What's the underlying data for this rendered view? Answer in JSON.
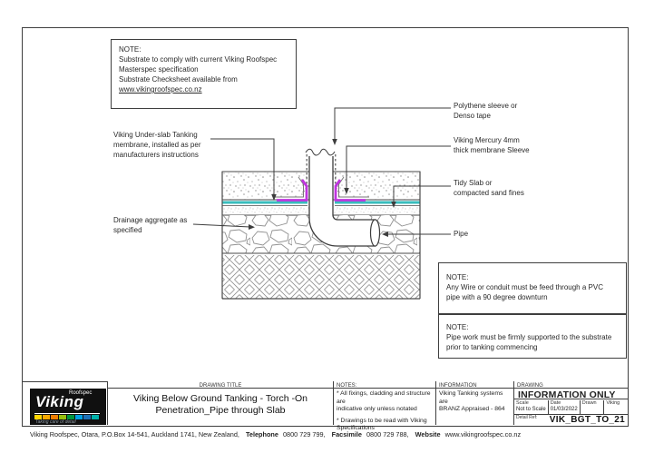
{
  "substrate_note": {
    "title": "NOTE:",
    "body": "Substrate to comply with current Viking Roofspec\nMasterspec specification\nSubstrate Checksheet available from",
    "link": "www.vikingroofspec.co.nz"
  },
  "callouts": {
    "left": [
      {
        "text": "Viking Under-slab Tanking\nmembrane, installed as per\nmanufacturers instructions"
      },
      {
        "text": "Drainage aggregate as\nspecified"
      }
    ],
    "right": [
      {
        "text": "Polythene sleeve or\nDenso tape"
      },
      {
        "text": "Viking Mercury 4mm\nthick membrane Sleeve"
      },
      {
        "text": "Tidy Slab or\ncompacted sand fines"
      },
      {
        "text": "Pipe"
      }
    ]
  },
  "notes_right": [
    {
      "title": "NOTE:",
      "body": "Any Wire or conduit must be feed through a PVC\npipe with a 90 degree downturn"
    },
    {
      "title": "NOTE:",
      "body": "Pipe work must be firmly supported to the substrate\nprior to tanking commencing"
    }
  ],
  "title_block": {
    "logo": {
      "brand": "Viking",
      "sub": "Roofspec",
      "tagline": "Taking care of detail"
    },
    "drawing_title": {
      "header": "DRAWING TITLE",
      "line1": "Viking Below Ground Tanking - Torch -On",
      "line2": "Penetration_Pipe through Slab"
    },
    "notes": {
      "header": "NOTES:",
      "items": [
        "* All fixings, cladding and structure are\nindicative only unless notated",
        "* Drawings to be read with Viking\nSpecifications"
      ]
    },
    "information": {
      "header": "INFORMATION",
      "body": "Viking Tanking systems are\nBRANZ Appraised - 864"
    },
    "drawing": {
      "header": "DRAWING",
      "status": "INFORMATION ONLY",
      "fields": [
        {
          "label": "Scale",
          "value": "Not to Scale"
        },
        {
          "label": "Date",
          "value": "01/03/2022"
        },
        {
          "label": "Drawn",
          "value": ""
        },
        {
          "label": "Viking",
          "value": ""
        }
      ],
      "detail_ref_label": "Detail Ref:",
      "detail_ref": "VIK_BGT_TO_21"
    }
  },
  "footer": {
    "address": "Viking Roofspec, Otara, P.O.Box 14-541, Auckland 1741, New Zealand,",
    "telephone_label": "Telephone",
    "telephone": "0800 729 799,",
    "facsimile_label": "Facsimile",
    "facsimile": "0800 729 788,",
    "website_label": "Website",
    "website": "www.vikingroofspec.co.nz"
  },
  "colors": {
    "membrane_cyan": "#38bdbd",
    "sleeve_magenta": "#bf35de",
    "linework": "#3c3c3c"
  }
}
